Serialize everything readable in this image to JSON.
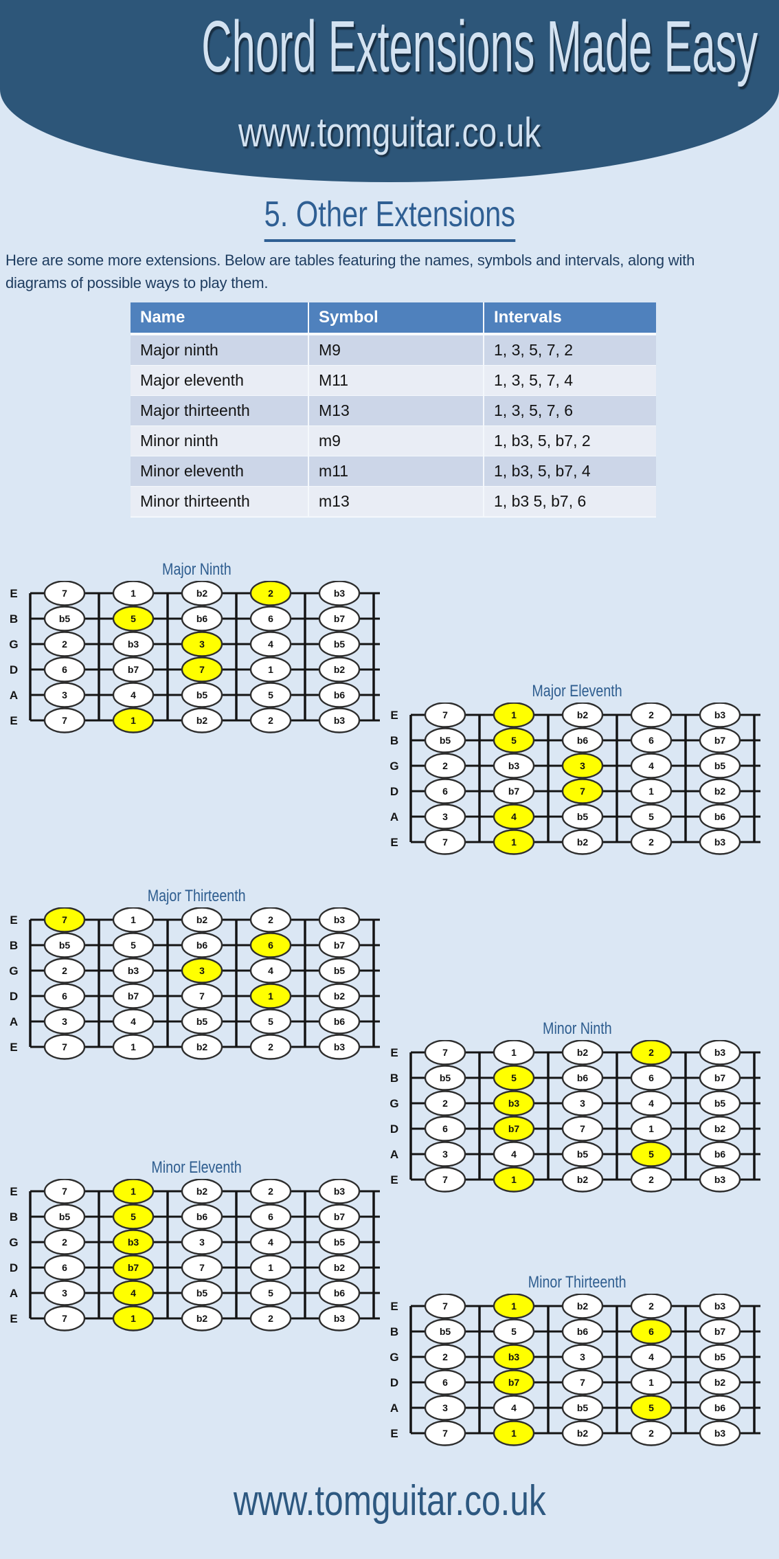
{
  "header": {
    "title": "Chord Extensions Made Easy",
    "site": "www.tomguitar.co.uk"
  },
  "section": {
    "title": "5. Other Extensions",
    "intro": "Here are some more extensions. Below are tables featuring the names, symbols and intervals, along with diagrams of possible ways to play them."
  },
  "table": {
    "columns": [
      "Name",
      "Symbol",
      "Intervals"
    ],
    "rows": [
      [
        "Major ninth",
        "M9",
        "1, 3, 5, 7, 2"
      ],
      [
        "Major eleventh",
        "M11",
        "1, 3, 5, 7, 4"
      ],
      [
        "Major thirteenth",
        "M13",
        "1, 3, 5, 7, 6"
      ],
      [
        "Minor ninth",
        "m9",
        "1, b3, 5, b7, 2"
      ],
      [
        "Minor eleventh",
        "m11",
        "1, b3, 5, b7, 4"
      ],
      [
        "Minor thirteenth",
        "m13",
        "1, b3 5, b7, 6"
      ]
    ]
  },
  "fretboard": {
    "string_labels": [
      "E",
      "B",
      "G",
      "D",
      "A",
      "E"
    ],
    "grid": [
      [
        "7",
        "1",
        "b2",
        "2",
        "b3"
      ],
      [
        "b5",
        "5",
        "b6",
        "6",
        "b7"
      ],
      [
        "2",
        "b3",
        "3",
        "4",
        "b5"
      ],
      [
        "6",
        "b7",
        "7",
        "1",
        "b2"
      ],
      [
        "3",
        "4",
        "b5",
        "5",
        "b6"
      ],
      [
        "7",
        "1",
        "b2",
        "2",
        "b3"
      ]
    ]
  },
  "diagrams": [
    {
      "title": "Major Ninth",
      "highlights": [
        [
          0,
          3
        ],
        [
          1,
          1
        ],
        [
          2,
          2
        ],
        [
          3,
          2
        ],
        [
          5,
          1
        ]
      ]
    },
    {
      "title": "Major Eleventh",
      "highlights": [
        [
          0,
          1
        ],
        [
          1,
          1
        ],
        [
          2,
          2
        ],
        [
          3,
          2
        ],
        [
          4,
          1
        ],
        [
          5,
          1
        ]
      ]
    },
    {
      "title": "Major Thirteenth",
      "highlights": [
        [
          0,
          0
        ],
        [
          1,
          3
        ],
        [
          2,
          2
        ],
        [
          3,
          3
        ]
      ]
    },
    {
      "title": "Minor Ninth",
      "highlights": [
        [
          0,
          3
        ],
        [
          1,
          1
        ],
        [
          2,
          1
        ],
        [
          3,
          1
        ],
        [
          4,
          3
        ],
        [
          5,
          1
        ]
      ]
    },
    {
      "title": "Minor Eleventh",
      "highlights": [
        [
          0,
          1
        ],
        [
          1,
          1
        ],
        [
          2,
          1
        ],
        [
          3,
          1
        ],
        [
          4,
          1
        ],
        [
          5,
          1
        ]
      ]
    },
    {
      "title": "Minor Thirteenth",
      "highlights": [
        [
          0,
          1
        ],
        [
          1,
          3
        ],
        [
          2,
          1
        ],
        [
          3,
          1
        ],
        [
          4,
          3
        ],
        [
          5,
          1
        ]
      ]
    }
  ],
  "footer": {
    "site": "www.tomguitar.co.uk"
  },
  "colors": {
    "page_bg": "#dbe7f4",
    "header_bg": "#2d5679",
    "header_text": "#d3e2f1",
    "title_blue": "#2f5f93",
    "table_header_bg": "#4f81bd",
    "band_dark": "#ccd6e8",
    "band_light": "#e9edf5",
    "note_fill": "#ffffff",
    "note_highlight": "#ffff00",
    "line_color": "#141414"
  }
}
